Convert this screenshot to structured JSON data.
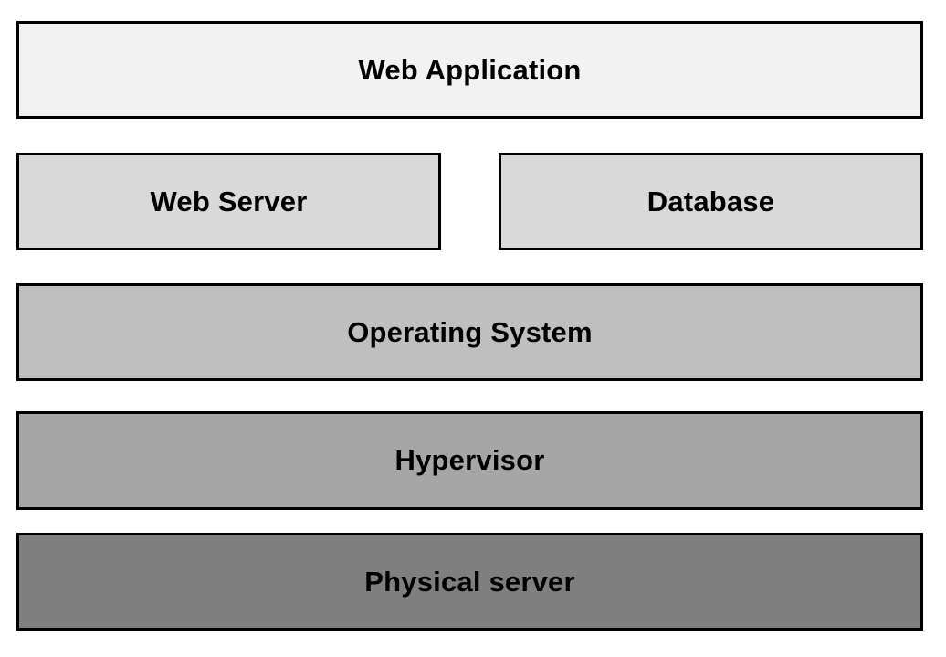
{
  "layers": {
    "web_application": {
      "label": "Web Application",
      "fill": "#f2f2f2"
    },
    "web_server": {
      "label": "Web Server",
      "fill": "#d9d9d9"
    },
    "database": {
      "label": "Database",
      "fill": "#d9d9d9"
    },
    "operating_system": {
      "label": "Operating System",
      "fill": "#bfbfbf"
    },
    "hypervisor": {
      "label": "Hypervisor",
      "fill": "#a6a6a6"
    },
    "physical_server": {
      "label": "Physical server",
      "fill": "#7f7f7f"
    }
  },
  "border_color": "#000000"
}
